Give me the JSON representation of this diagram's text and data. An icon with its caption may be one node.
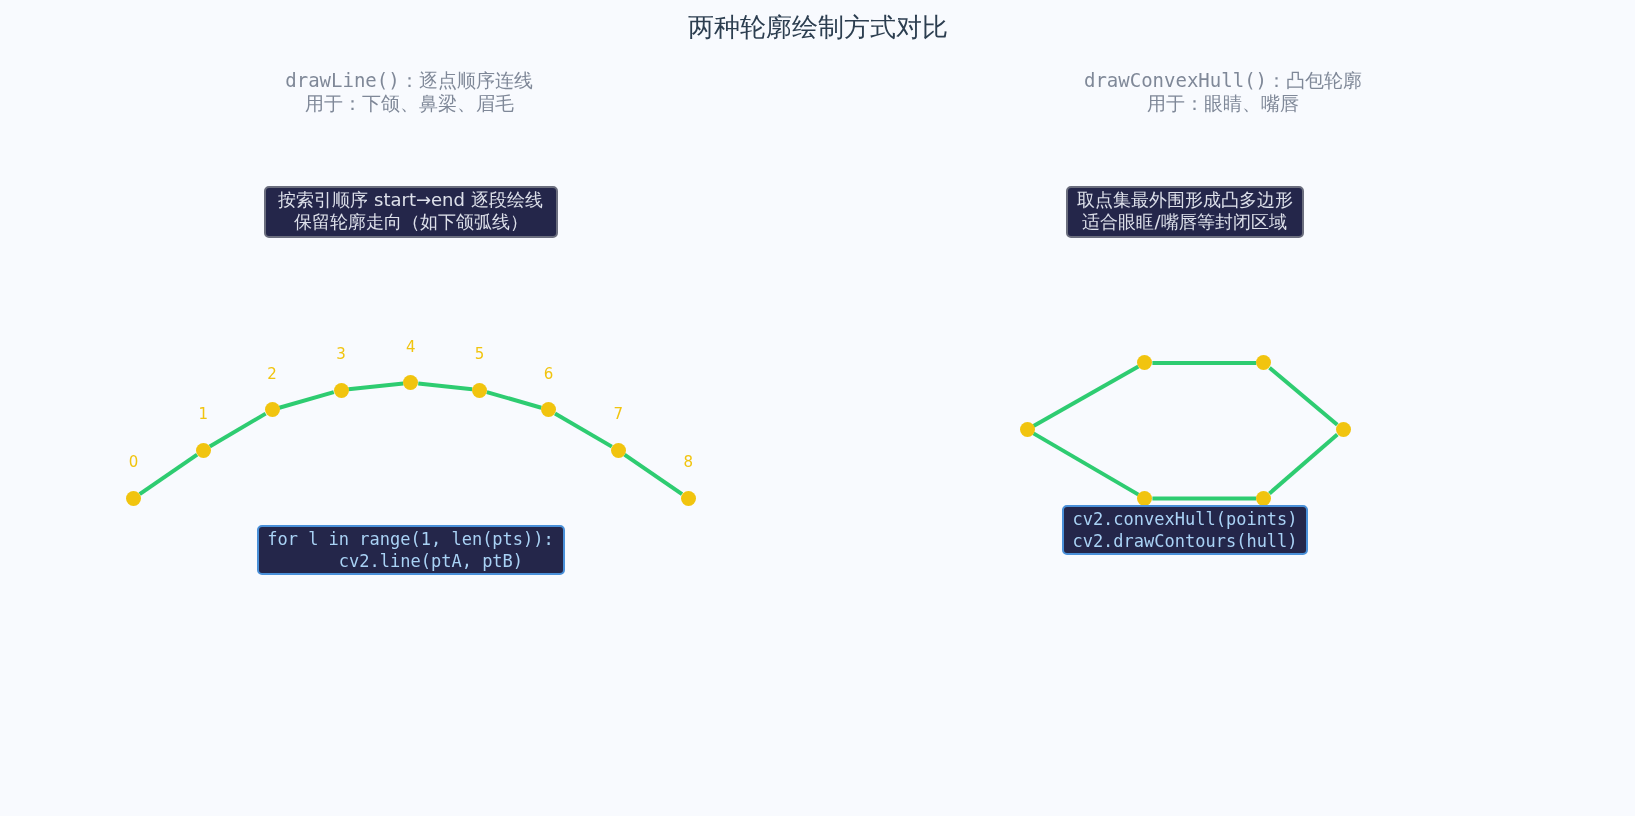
{
  "diagram": {
    "title": "两种轮廓绘制方式对比",
    "nodes": [
      {
        "text": [],
        "shape": "circle",
        "beside": [
          "0"
        ]
      },
      {
        "text": [],
        "shape": "circle",
        "beside": [
          "1"
        ]
      },
      {
        "text": [],
        "shape": "circle",
        "beside": [
          "2"
        ]
      },
      {
        "text": [],
        "shape": "circle",
        "beside": [
          "3"
        ]
      },
      {
        "text": [],
        "shape": "circle",
        "beside": [
          "4"
        ]
      },
      {
        "text": [],
        "shape": "circle",
        "beside": [
          "5"
        ]
      },
      {
        "text": [],
        "shape": "circle",
        "beside": [
          "6"
        ]
      },
      {
        "text": [],
        "shape": "circle",
        "beside": [
          "7"
        ]
      },
      {
        "text": [],
        "shape": "circle",
        "beside": [
          "8"
        ]
      },
      {
        "text": [],
        "shape": "circle"
      },
      {
        "text": [],
        "shape": "circle"
      },
      {
        "text": [],
        "shape": "circle"
      },
      {
        "text": [],
        "shape": "circle"
      },
      {
        "text": [],
        "shape": "circle"
      },
      {
        "text": [],
        "shape": "circle"
      },
      {
        "text": [
          "按索引顺序 start→end 逐段绘线",
          "保留轮廓走向（如下颌弧线）"
        ]
      },
      {
        "text": [
          "取点集最外围形成凸多边形",
          "适合眼眶/嘴唇等封闭区域"
        ]
      },
      {
        "text": [
          "for l in range(1, len(pts)):",
          "    cv2.line(ptA, ptB)"
        ]
      },
      {
        "text": [
          "cv2.convexHull(points)",
          "cv2.drawContours(hull)"
        ]
      }
    ],
    "edges": [
      {
        "from": 0,
        "to": 1,
        "arrow": "none"
      },
      {
        "from": 1,
        "to": 2,
        "arrow": "none"
      },
      {
        "from": 2,
        "to": 3,
        "arrow": "none"
      },
      {
        "from": 3,
        "to": 4,
        "arrow": "none"
      },
      {
        "from": 4,
        "to": 5,
        "arrow": "none"
      },
      {
        "from": 5,
        "to": 6,
        "arrow": "none"
      },
      {
        "from": 6,
        "to": 7,
        "arrow": "none"
      },
      {
        "from": 7,
        "to": 8,
        "arrow": "none"
      },
      {
        "from": 9,
        "to": 10,
        "arrow": "none"
      },
      {
        "from": 10,
        "to": 11,
        "arrow": "none"
      },
      {
        "from": 11,
        "to": 12,
        "arrow": "none"
      },
      {
        "from": 12,
        "to": 13,
        "arrow": "none"
      },
      {
        "from": 13,
        "to": 14,
        "arrow": "none"
      },
      {
        "from": 14,
        "to": 9,
        "arrow": "none"
      }
    ],
    "labels": [
      "drawLine()：逐点顺序连线",
      "drawConvexHull()：凸包轮廓",
      "用于：下颌、鼻梁、眉毛",
      "用于：眼睛、嘴唇"
    ]
  }
}
